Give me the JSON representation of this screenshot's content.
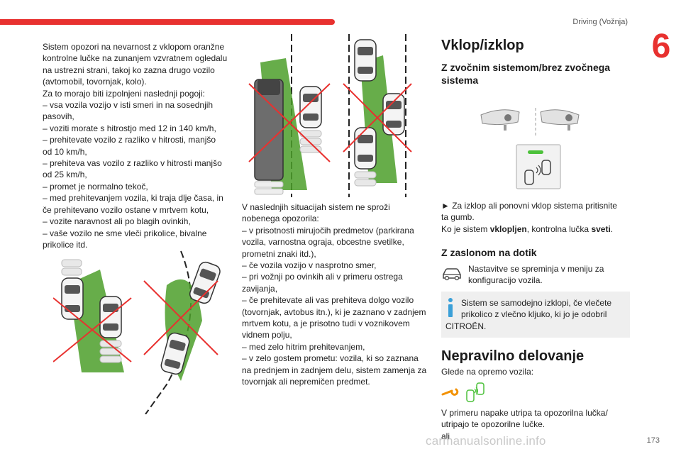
{
  "header": {
    "title": "Driving (Vožnja)",
    "chapter": "6",
    "page_number": "173"
  },
  "watermark": "carmanualsonline.info",
  "col1": {
    "lines": [
      "Sistem opozori na nevarnost z vklopom oranžne",
      "kontrolne lučke na zunanjem vzvratnem ogledalu",
      "na ustrezni strani, takoj ko zazna drugo vozilo",
      "(avtomobil, tovornjak, kolo).",
      "Za to morajo biti izpolnjeni naslednji pogoji:",
      "–  vsa vozila vozijo v isti smeri in na sosednjih",
      "pasovih,",
      "–  voziti morate s hitrostjo med 12 in 140 km/h,",
      "–  prehitevate vozilo z razliko v hitrosti, manjšo",
      "od 10 km/h,",
      "–  prehiteva vas vozilo z razliko v hitrosti manjšo",
      "od 25 km/h,",
      "–  promet je normalno tekoč,",
      "–  med prehitevanjem vozila, ki traja dlje časa, in",
      "če prehitevano vozilo ostane v mrtvem kotu,",
      "–  vozite naravnost ali po blagih ovinkih,",
      "–  vaše vozilo ne sme vleči prikolice, bivalne",
      "prikolice itd."
    ]
  },
  "col2": {
    "lines": [
      "V naslednjih situacijah sistem ne sproži",
      "nobenega opozorila:",
      "–  v prisotnosti mirujočih predmetov (parkirana",
      "vozila, varnostna ograja, obcestne svetilke,",
      "prometni znaki itd.),",
      "–  če vozila vozijo v nasprotno smer,",
      "–  pri vožnji po ovinkih ali v primeru ostrega",
      "zavijanja,",
      "–  če prehitevate ali vas prehiteva dolgo vozilo",
      "(tovornjak, avtobus itn.), ki je zaznano v zadnjem",
      "mrtvem kotu, a je prisotno tudi v voznikovem",
      "vidnem polju,",
      "–  med zelo hitrim prehitevanjem,",
      "–  v zelo gostem prometu: vozila, ki so zaznana",
      "na prednjem in zadnjem delu, sistem zamenja za",
      "tovornjak ali nepremičen predmet."
    ]
  },
  "col3": {
    "title": "Vklop/izklop",
    "subtitle1": "Z zvočnim sistemom/brez zvočnega sistema",
    "para1_line1": "►  Za izklop ali ponovni vklop sistema pritisnite",
    "para1_line2": "ta gumb.",
    "para2_pre": "Ko je sistem ",
    "para2_bold1": "vklopljen",
    "para2_mid": ", kontrolna lučka ",
    "para2_bold2": "sveti",
    "para2_post": ".",
    "subtitle2": "Z zaslonom na dotik",
    "touch_note": "Nastavitve se spreminja v meniju za konfiguracijo vozila.",
    "info_note_line1": "Sistem se samodejno izklopi, če vlečete",
    "info_note_line2": "prikolico z vlečno kljuko, ki jo je odobril",
    "info_note_line3": "CITROËN.",
    "title2": "Nepravilno delovanje",
    "intro": "Glede na opremo vozila:",
    "fault_line1": "V primeru napake utripa ta opozorilna lučka/",
    "fault_line2": "utripajo te opozorilne lučke.",
    "fault_line3": "ali"
  },
  "colors": {
    "accent": "#e8312f",
    "green_zone": "#4c9f2a",
    "cross": "#e8312f",
    "lamp_green": "#4cc13a",
    "info_icon": "#3ba0d8",
    "fault_orange": "#f29100"
  }
}
